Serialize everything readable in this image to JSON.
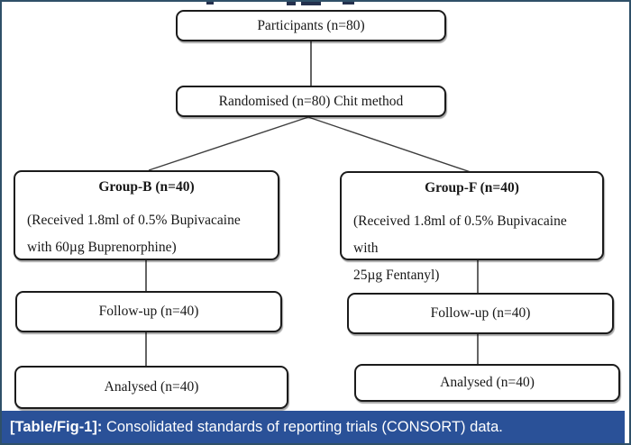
{
  "figure": {
    "type": "consort-flow-diagram",
    "frame_border_color": "#2f5068",
    "box_border_color": "#1b1b1b",
    "connector_color": "#3d3d3d"
  },
  "flowchart": {
    "participants": {
      "label": "Participants (n=80)"
    },
    "randomised": {
      "label": "Randomised (n=80) Chit method"
    },
    "group_b": {
      "title": "Group-B (n=40)",
      "line1": "(Received 1.8ml of 0.5% Bupivacaine",
      "line2": "with 60µg Buprenorphine)"
    },
    "group_f": {
      "title": "Group-F (n=40)",
      "line1": "(Received 1.8ml of 0.5% Bupivacaine with",
      "line2": "25µg Fentanyl)"
    },
    "followup_left": {
      "label": "Follow-up (n=40)"
    },
    "followup_right": {
      "label": "Follow-up (n=40)"
    },
    "analysed_left": {
      "label": "Analysed (n=40)"
    },
    "analysed_right": {
      "label": "Analysed (n=40)"
    }
  },
  "caption": {
    "tag": "[Table/Fig-1]:",
    "text": " Consolidated standards of reporting trials (CONSORT) data.",
    "background": "#2a5198",
    "text_color": "#ffffff"
  }
}
